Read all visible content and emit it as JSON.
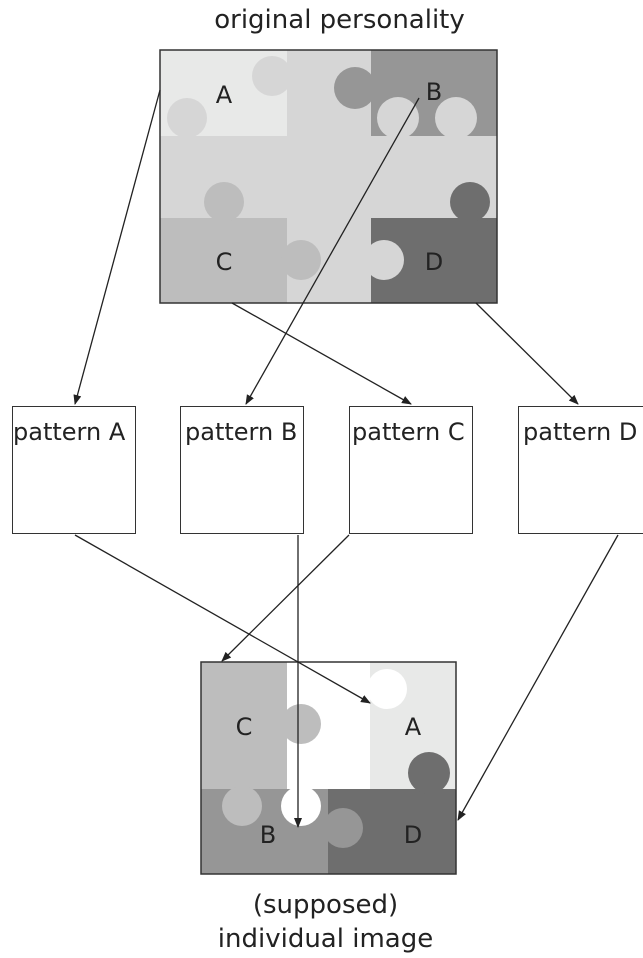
{
  "captions": {
    "top": "original personality",
    "bottom_line1": "(supposed)",
    "bottom_line2": "individual image"
  },
  "pieces": {
    "a": "A",
    "b": "B",
    "c": "C",
    "d": "D"
  },
  "patterns": [
    {
      "id": "a",
      "label": "pattern A"
    },
    {
      "id": "b",
      "label": "pattern B"
    },
    {
      "id": "c",
      "label": "pattern C"
    },
    {
      "id": "d",
      "label": "pattern D"
    }
  ],
  "colors": {
    "a": "#e8e9e8",
    "b": "#969696",
    "c": "#bdbdbd",
    "d": "#6e6e6e",
    "middle": "#d6d6d6",
    "outline": "#333333"
  }
}
